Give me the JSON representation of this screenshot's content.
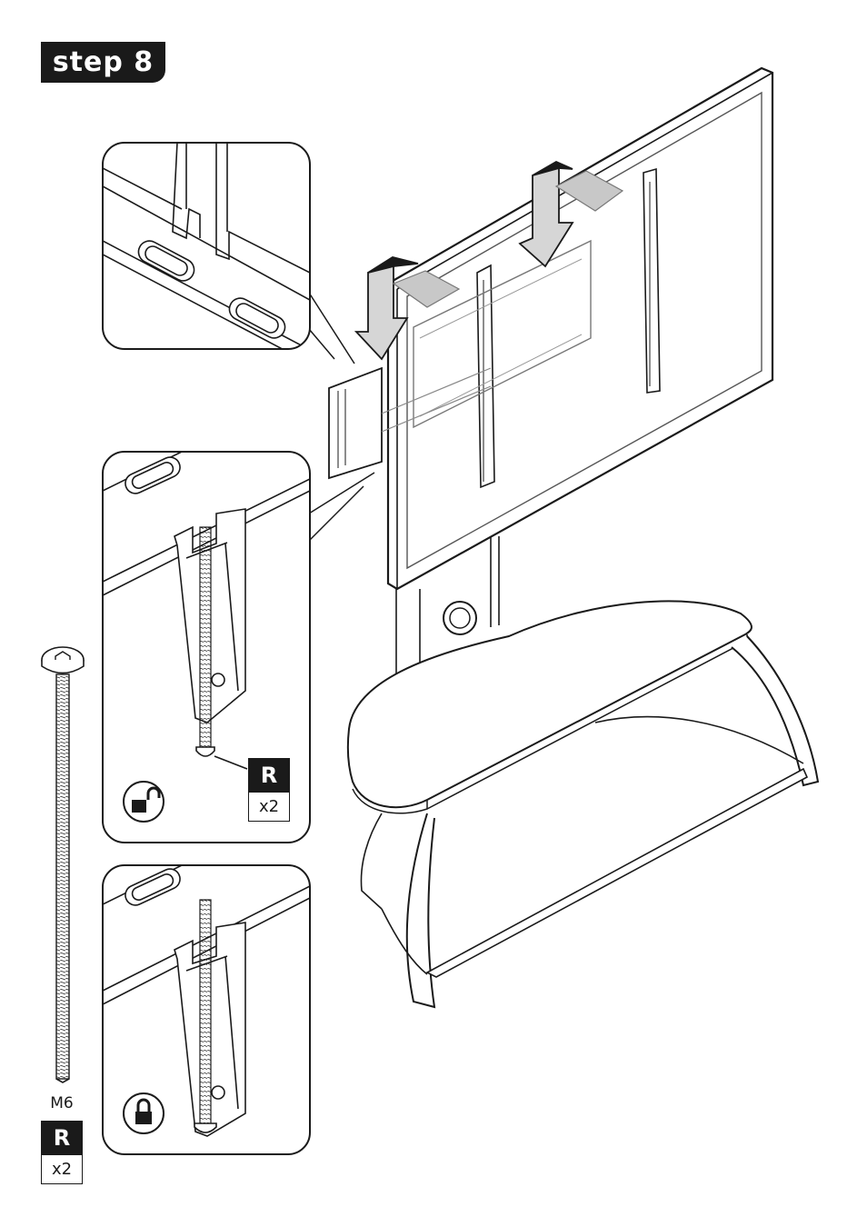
{
  "step": {
    "label": "step 8"
  },
  "screw": {
    "size_label": "M6",
    "part_letter": "R",
    "quantity": "x2"
  },
  "detail_lower": {
    "part_letter": "R",
    "quantity": "x2",
    "lock_state": "unlocked"
  },
  "detail_bottom": {
    "lock_state": "locked"
  },
  "colors": {
    "ink": "#1a1a1a",
    "grey_fill": "#c8c8c8",
    "arrow_fill": "#d6d6d6"
  }
}
